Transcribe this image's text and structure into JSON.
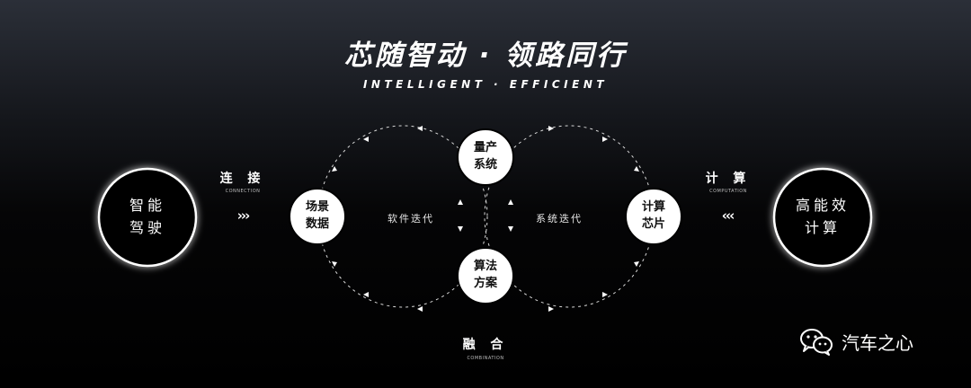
{
  "header": {
    "title": "芯随智动 · 领路同行",
    "subtitle": "INTELLIGENT · EFFICIENT"
  },
  "left": {
    "circle_line1": "智能",
    "circle_line2": "驾驶",
    "connector_title": "连 接",
    "connector_sub": "CONNECTION",
    "chevrons": "›››"
  },
  "right": {
    "circle_line1": "高能效",
    "circle_line2": "计算",
    "connector_title": "计 算",
    "connector_sub": "COMPUTATION",
    "chevrons": "‹‹‹"
  },
  "nodes": {
    "scene_data": [
      "场景",
      "数据"
    ],
    "mass_production": [
      "量产",
      "系统"
    ],
    "algorithm": [
      "算法",
      "方案"
    ],
    "compute_chip": [
      "计算",
      "芯片"
    ]
  },
  "loops": {
    "left": "软件迭代",
    "right": "系统迭代"
  },
  "bottom": {
    "title": "融 合",
    "sub": "COMBINATION"
  },
  "brand": {
    "name": "汽车之心",
    "icon": "wechat-icon"
  }
}
